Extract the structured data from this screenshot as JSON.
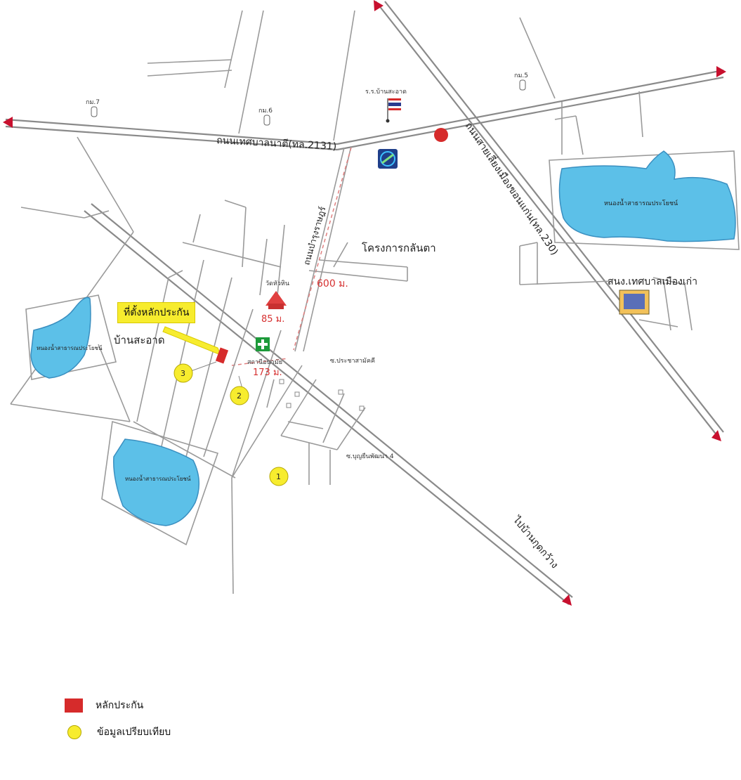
{
  "map": {
    "roads": {
      "thetsaban": "ถนนเทศบาลนาตี(ทล.2131)",
      "sai_muang": "ถนนสายเลี่ยงเมืองขอนแก่น(ทล.230)",
      "bamrung": "ถนนบำรุงราษฎร์",
      "to_kut_kwang": "ไปบ้านกุดกว้าง"
    },
    "km_markers": [
      "กม.7",
      "กม.6",
      "กม.5"
    ],
    "places": {
      "school": "ร.ร.บ้านสะอาด",
      "temple": "วัดหัวหิน",
      "health_center": "สถานีอนามัย",
      "kota_project": "โครงการกลันตา",
      "municipality": "สนง.เทศบาลเมืองเก่า",
      "village": "บ้านสะอาด",
      "soi_pracha": "ซ.ประชาสามัคคี",
      "soi_bunyuen": "ซ.บุญยืนพัฒนา 4",
      "pond_large": "หนองน้ำสาธารณประโยชน์",
      "pond_left": "หนองน้ำสาธารณประโยชน์",
      "pond_bottom": "หนองน้ำสาธารณประโยชน์"
    },
    "distances": {
      "d600": "600 ม.",
      "d85": "85 ม.",
      "d173": "173 ม."
    },
    "callout": "ที่ตั้งหลักประกัน",
    "markers": [
      "1",
      "2",
      "3"
    ],
    "colors": {
      "water": "#5cc0e8",
      "marker": "#f7ec2e",
      "collateral": "#d62b2b",
      "arrow": "#c8102e"
    }
  },
  "legend": {
    "collateral": "หลักประกัน",
    "comparables": "ข้อมูลเปรียบเทียบ"
  }
}
